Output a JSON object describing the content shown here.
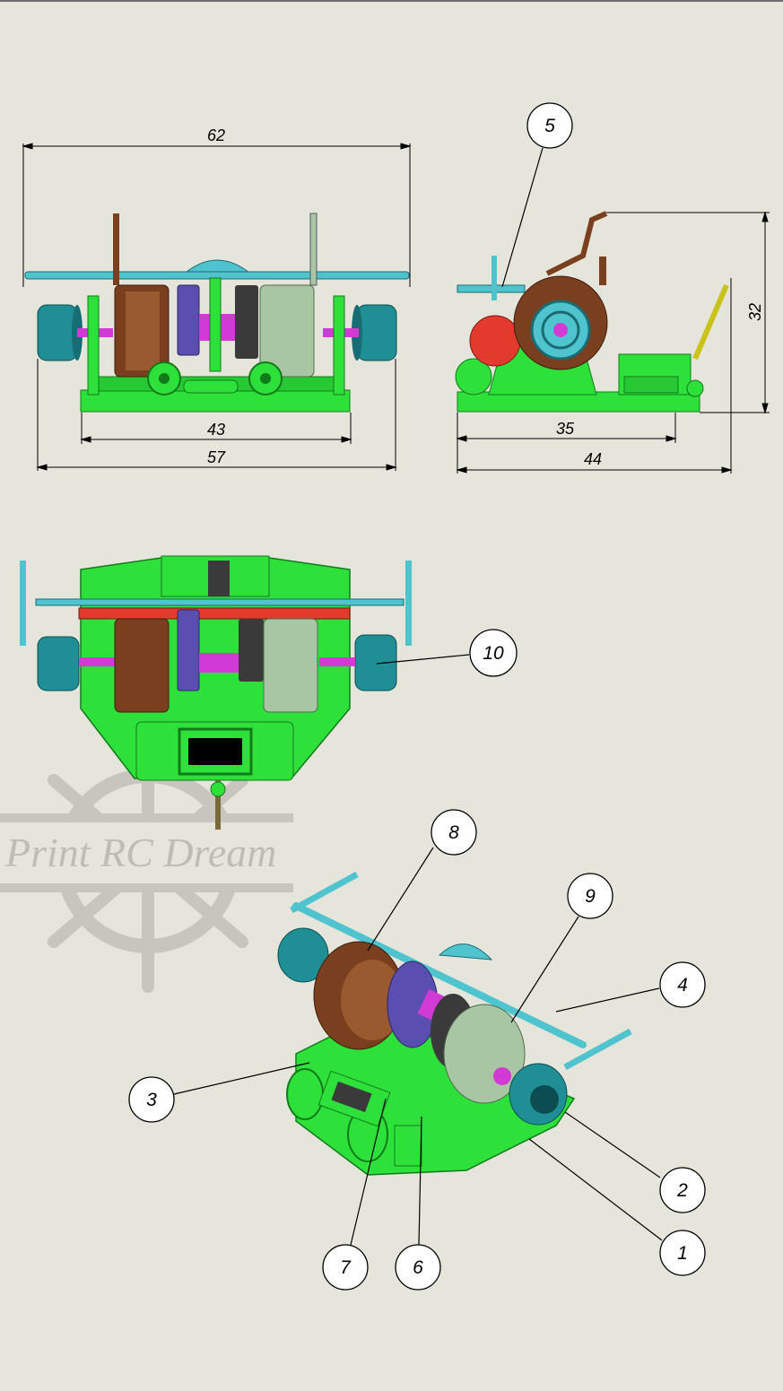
{
  "watermark": {
    "text": "Print RC Dream"
  },
  "dimensions": {
    "front_top": "62",
    "front_inner": "43",
    "front_bottom": "57",
    "side_base": "35",
    "side_total": "44",
    "side_height": "32"
  },
  "balloons": {
    "b1": "1",
    "b2": "2",
    "b3": "3",
    "b4": "4",
    "b5": "5",
    "b6": "6",
    "b7": "7",
    "b8": "8",
    "b9": "9",
    "b10": "10"
  },
  "colors": {
    "base_green": "#2ee03a",
    "teal": "#1f8e95",
    "light_teal": "#4fc4cf",
    "brown": "#7a3f1e",
    "purple": "#5a4fb0",
    "red": "#e23b2e",
    "magenta": "#d23ad6",
    "sage": "#a9c6a4"
  }
}
